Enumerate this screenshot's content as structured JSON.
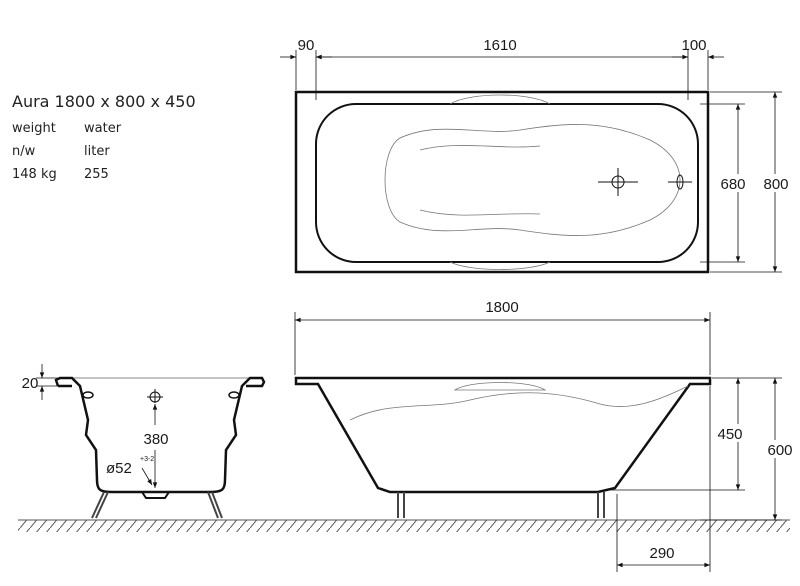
{
  "info": {
    "title": "Aura 1800 x 800 x 450",
    "col1": [
      "weight",
      "n/w",
      "148 kg"
    ],
    "col2": [
      "water",
      "liter",
      "255"
    ]
  },
  "top_view": {
    "dim_left": "90",
    "dim_inner": "1610",
    "dim_right": "100",
    "dim_inner_width": "680",
    "dim_outer_width": "800"
  },
  "side_view": {
    "length": "1800",
    "depth": "450",
    "height": "600",
    "leg_offset": "290"
  },
  "front_view": {
    "rim": "20",
    "drain_height": "380",
    "drain_diameter": "ø52",
    "drain_tolerance": "+3-2"
  }
}
